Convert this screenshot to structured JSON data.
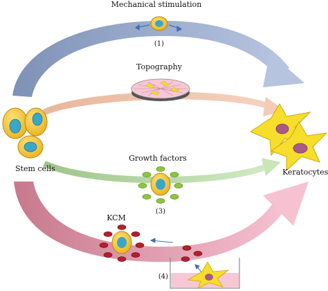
{
  "labels": {
    "mechanical": "Mechanical stimulation",
    "mechanical_num": "(1)",
    "topography": "Topography",
    "growth": "Growth factors",
    "growth_num": "(3)",
    "kcm": "KCM",
    "kcm_num": "(4)",
    "stem_cells": "Stem cells",
    "keratocytes": "Keratocytes"
  },
  "colors": {
    "arrow_blue": "#8fa3c7",
    "arrow_orange": "#f2c9b0",
    "arrow_green": "#b9d9a6",
    "arrow_pink": "#f0b7c7",
    "cell_fill": "#f3c93a",
    "nucleus": "#3aa7c9",
    "growth_factor": "#8cc63f",
    "kcm_particle": "#b3202a",
    "keratocyte": "#f7dd2c",
    "dish_fill": "#f6c7d5"
  }
}
